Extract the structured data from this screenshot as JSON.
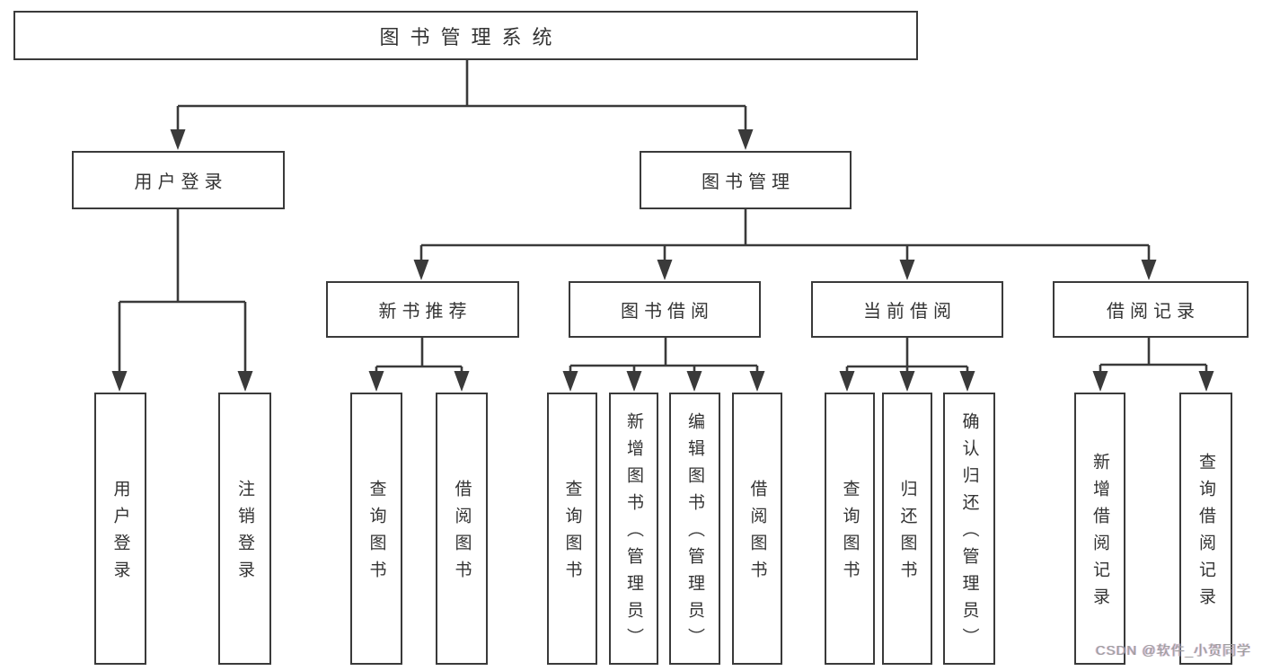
{
  "diagram": {
    "title": "图书管理系统",
    "colors": {
      "background": "#ffffff",
      "line": "#3a3a3a",
      "box_border": "#3a3a3a",
      "text": "#333333",
      "watermark": "#9e9e9e"
    },
    "watermark": "CSDN @软件_小贺同学",
    "nodes": [
      {
        "id": "root",
        "label": "图书管理系统",
        "parent": null,
        "text_direction": "horizontal"
      },
      {
        "id": "user-login",
        "label": "用户登录",
        "parent": "root",
        "text_direction": "horizontal"
      },
      {
        "id": "book-management",
        "label": "图书管理",
        "parent": "root",
        "text_direction": "horizontal"
      },
      {
        "id": "new-book-recommend",
        "label": "新书推荐",
        "parent": "book-management",
        "text_direction": "horizontal"
      },
      {
        "id": "book-borrowing",
        "label": "图书借阅",
        "parent": "book-management",
        "text_direction": "horizontal"
      },
      {
        "id": "current-borrowing",
        "label": "当前借阅",
        "parent": "book-management",
        "text_direction": "horizontal"
      },
      {
        "id": "borrowing-records",
        "label": "借阅记录",
        "parent": "book-management",
        "text_direction": "horizontal"
      },
      {
        "id": "leaf-user-login",
        "label": "用户登录",
        "parent": "user-login",
        "text_direction": "vertical"
      },
      {
        "id": "leaf-logout",
        "label": "注销登录",
        "parent": "user-login",
        "text_direction": "vertical"
      },
      {
        "id": "leaf-nb-query-books",
        "label": "查询图书",
        "parent": "new-book-recommend",
        "text_direction": "vertical"
      },
      {
        "id": "leaf-nb-borrow-books",
        "label": "借阅图书",
        "parent": "new-book-recommend",
        "text_direction": "vertical"
      },
      {
        "id": "leaf-bb-query-books",
        "label": "查询图书",
        "parent": "book-borrowing",
        "text_direction": "vertical"
      },
      {
        "id": "leaf-bb-add-books-admin",
        "label": "新增图书（管理员）",
        "parent": "book-borrowing",
        "text_direction": "vertical"
      },
      {
        "id": "leaf-bb-edit-books-admin",
        "label": "编辑图书（管理员）",
        "parent": "book-borrowing",
        "text_direction": "vertical"
      },
      {
        "id": "leaf-bb-borrow-books",
        "label": "借阅图书",
        "parent": "book-borrowing",
        "text_direction": "vertical"
      },
      {
        "id": "leaf-cb-query-books",
        "label": "查询图书",
        "parent": "current-borrowing",
        "text_direction": "vertical"
      },
      {
        "id": "leaf-cb-return-books",
        "label": "归还图书",
        "parent": "current-borrowing",
        "text_direction": "vertical"
      },
      {
        "id": "leaf-cb-confirm-return-admin",
        "label": "确认归还（管理员）",
        "parent": "current-borrowing",
        "text_direction": "vertical"
      },
      {
        "id": "leaf-br-add-record",
        "label": "新增借阅记录",
        "parent": "borrowing-records",
        "text_direction": "vertical"
      },
      {
        "id": "leaf-br-query-record",
        "label": "查询借阅记录",
        "parent": "borrowing-records",
        "text_direction": "vertical"
      }
    ]
  }
}
